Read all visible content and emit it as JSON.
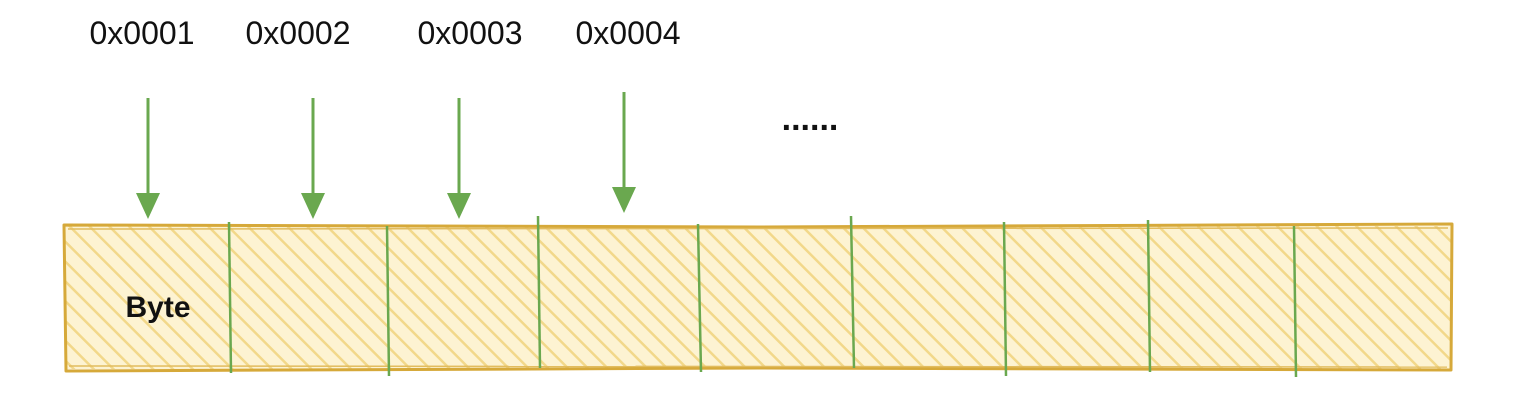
{
  "addresses": [
    "0x0001",
    "0x0002",
    "0x0003",
    "0x0004"
  ],
  "ellipsis": "......",
  "first_cell_label": "Byte",
  "cell_count": 9,
  "colors": {
    "arrow": "#6aa84f",
    "divider": "#6aa84f",
    "strip_border": "#d6a93a",
    "strip_fill": "#fdf0c8",
    "hatch": "#f3d98c",
    "text": "#111111"
  }
}
